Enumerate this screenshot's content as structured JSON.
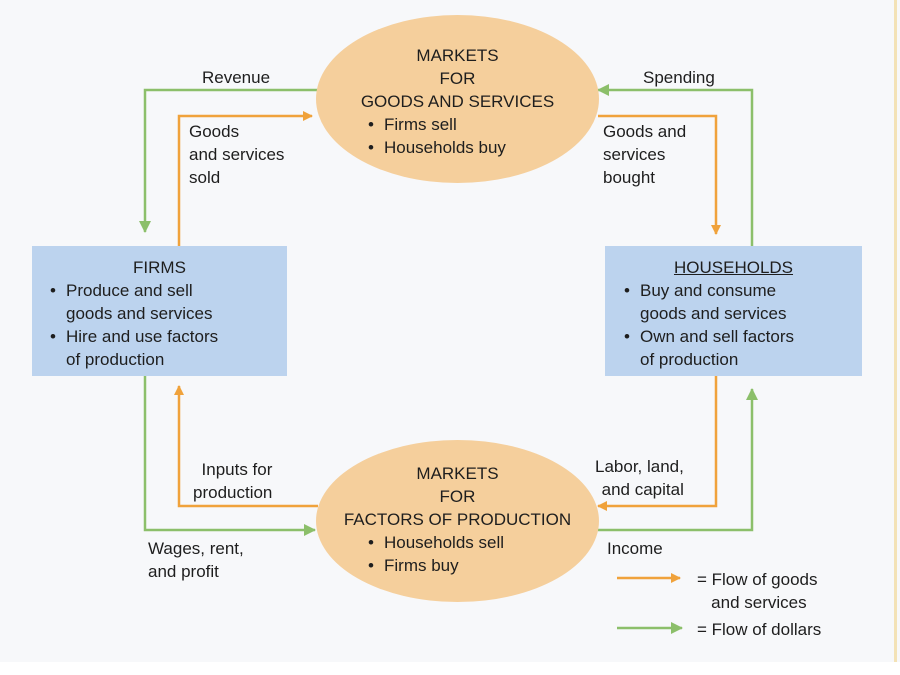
{
  "goods_market": {
    "title": [
      "MARKETS",
      "FOR",
      "GOODS AND SERVICES"
    ],
    "bullets": [
      "Firms sell",
      "Households buy"
    ]
  },
  "factor_market": {
    "title": [
      "MARKETS",
      "FOR",
      "FACTORS OF PRODUCTION"
    ],
    "bullets": [
      "Households sell",
      "Firms buy"
    ]
  },
  "firms": {
    "title": "FIRMS",
    "bullets": [
      "Produce and sell\ngoods and services",
      "Hire and use factors\nof production"
    ]
  },
  "households": {
    "title": "HOUSEHOLDS",
    "bullets": [
      "Buy and consume\ngoods and services",
      "Own and sell factors\nof production"
    ]
  },
  "flows": {
    "revenue": "Revenue",
    "spending": "Spending",
    "goods_sold": "Goods\nand services\nsold",
    "goods_bought": "Goods and\nservices\nbought",
    "inputs": "Inputs for\nproduction",
    "labor": "Labor, land,\nand capital",
    "wages": "Wages, rent,\nand profit",
    "income": "Income"
  },
  "legend": {
    "goods_label": "= Flow of goods\n   and services",
    "dollars_label": "= Flow of dollars"
  },
  "colors": {
    "goods_flow": "#f0a23b",
    "dollar_flow": "#8cbf6a",
    "market_fill": "#f5cf9c",
    "sector_fill": "#bcd3ee"
  }
}
